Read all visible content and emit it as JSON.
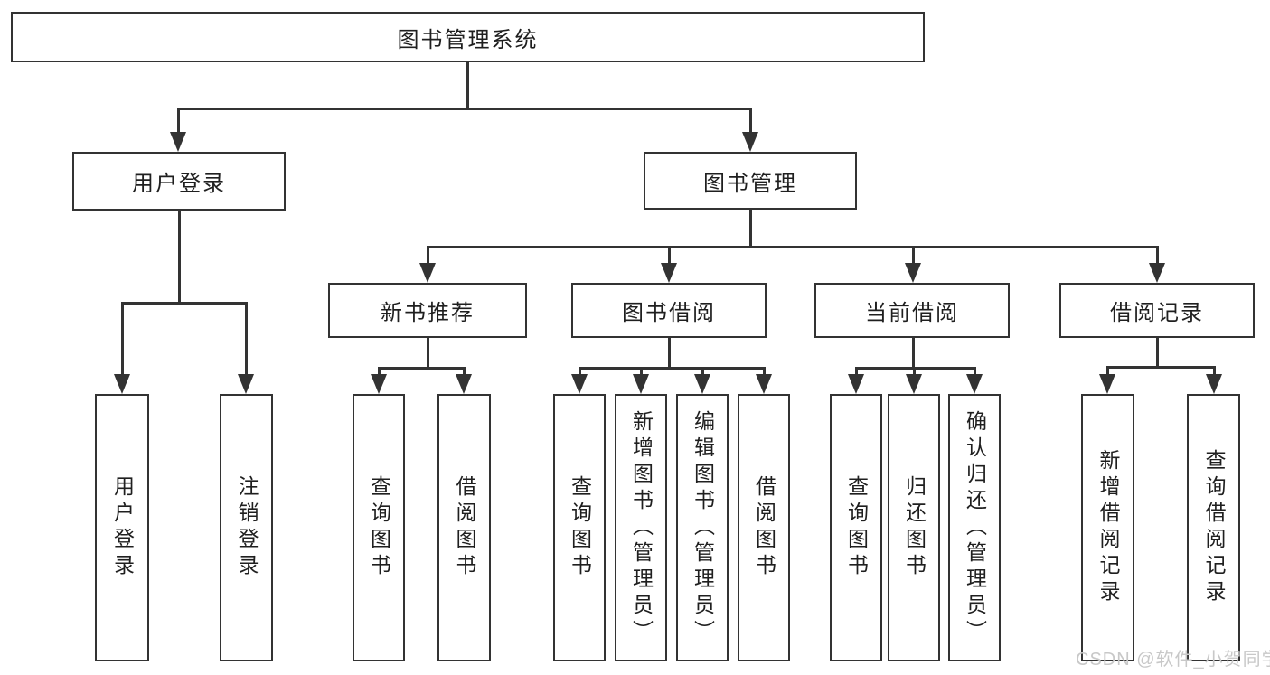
{
  "diagram": {
    "root": {
      "label": "图书管理系统"
    },
    "branches": [
      {
        "label": "用户登录",
        "children": [
          {
            "label": "用户登录"
          },
          {
            "label": "注销登录"
          }
        ]
      },
      {
        "label": "图书管理",
        "children": [
          {
            "label": "新书推荐",
            "children": [
              {
                "label": "查询图书"
              },
              {
                "label": "借阅图书"
              }
            ]
          },
          {
            "label": "图书借阅",
            "children": [
              {
                "label": "查询图书"
              },
              {
                "label": "新增图书（管理员）"
              },
              {
                "label": "编辑图书（管理员）"
              },
              {
                "label": "借阅图书"
              }
            ]
          },
          {
            "label": "当前借阅",
            "children": [
              {
                "label": "查询图书"
              },
              {
                "label": "归还图书"
              },
              {
                "label": "确认归还（管理员）"
              }
            ]
          },
          {
            "label": "借阅记录",
            "children": [
              {
                "label": "新增借阅记录"
              },
              {
                "label": "查询借阅记录"
              }
            ]
          }
        ]
      }
    ]
  },
  "watermark": {
    "text": "CSDN @软件_小贺同学"
  },
  "colors": {
    "line": "#333333",
    "box_fill": "#ffffff",
    "text": "#1f1f1f",
    "watermark": "#c8c8c8",
    "background": "#ffffff"
  }
}
